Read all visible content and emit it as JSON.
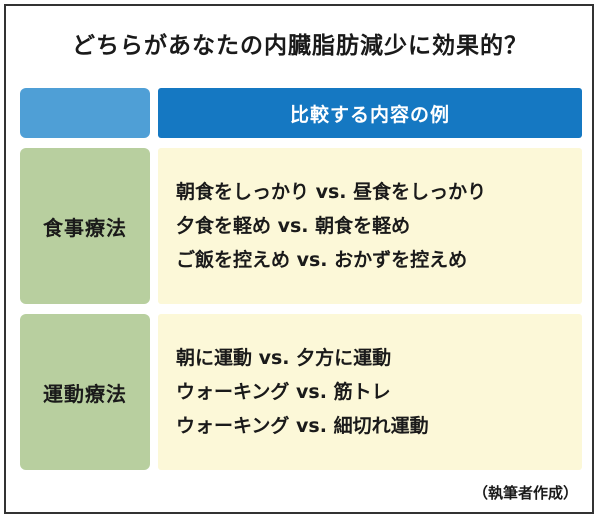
{
  "title": "どちらがあなたの内臓脂肪減少に効果的？",
  "header": {
    "left_label": "",
    "right_label": "比較する内容の例"
  },
  "rows": [
    {
      "category": "食事療法",
      "lines": [
        "朝食をしっかり vs. 昼食をしっかり",
        "夕食を軽め vs. 朝食を軽め",
        "ご飯を控えめ vs. おかずを控えめ"
      ]
    },
    {
      "category": "運動療法",
      "lines": [
        "朝に運動 vs. 夕方に運動",
        "ウォーキング vs. 筋トレ",
        "ウォーキング vs. 細切れ運動"
      ]
    }
  ],
  "credit": "（執筆者作成）",
  "colors": {
    "header_left": "#4f9fd6",
    "header_right": "#1578c2",
    "category_bg": "#b8cf9f",
    "content_bg": "#fcf8d8"
  }
}
